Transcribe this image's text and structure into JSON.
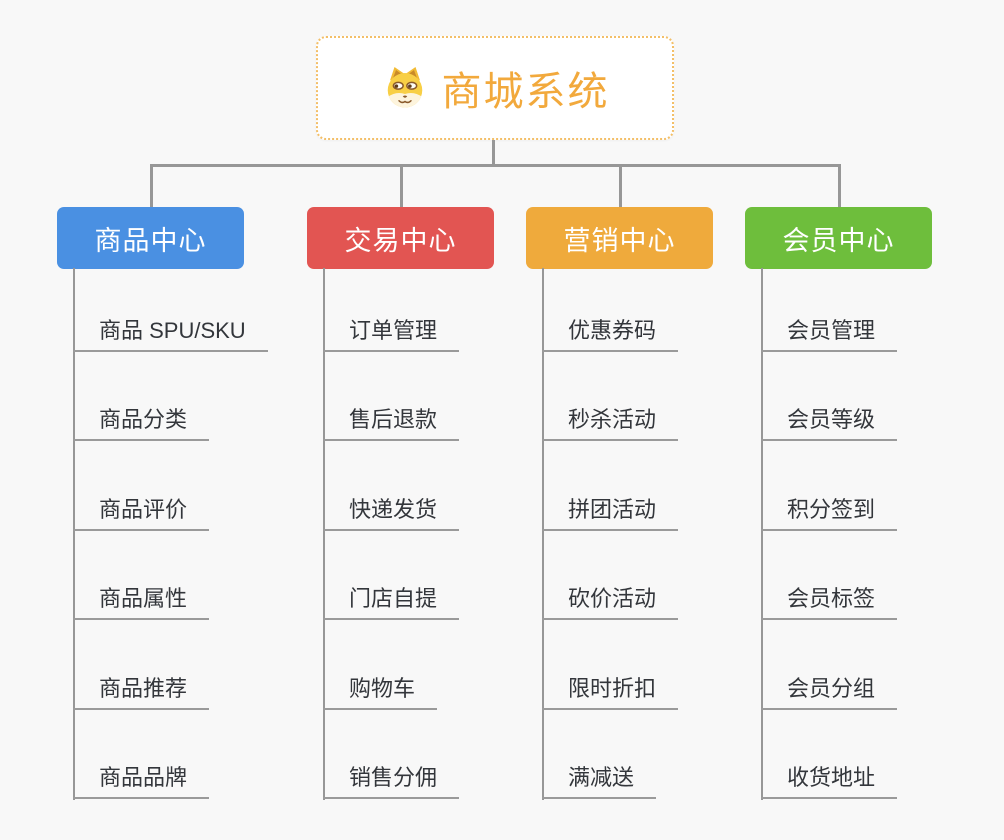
{
  "diagram": {
    "root": {
      "label": "商城系统",
      "icon": "doge-icon",
      "text_color": "#F2A93C",
      "border_color": "#F3BF68",
      "background": "#FFFFFF"
    },
    "branches": [
      {
        "label": "商品中心",
        "color": "#4A90E2",
        "items": [
          "商品 SPU/SKU",
          "商品分类",
          "商品评价",
          "商品属性",
          "商品推荐",
          "商品品牌"
        ]
      },
      {
        "label": "交易中心",
        "color": "#E25552",
        "items": [
          "订单管理",
          "售后退款",
          "快递发货",
          "门店自提",
          "购物车",
          "销售分佣"
        ]
      },
      {
        "label": "营销中心",
        "color": "#EFAA3C",
        "items": [
          "优惠券码",
          "秒杀活动",
          "拼团活动",
          "砍价活动",
          "限时折扣",
          "满减送"
        ]
      },
      {
        "label": "会员中心",
        "color": "#6EBE3C",
        "items": [
          "会员管理",
          "会员等级",
          "积分签到",
          "会员标签",
          "会员分组",
          "收货地址"
        ]
      }
    ],
    "colors": {
      "background": "#F8F8F8",
      "connector_line": "#979797",
      "leaf_underline": "#9A9A9A",
      "leaf_text": "#33363B"
    }
  }
}
